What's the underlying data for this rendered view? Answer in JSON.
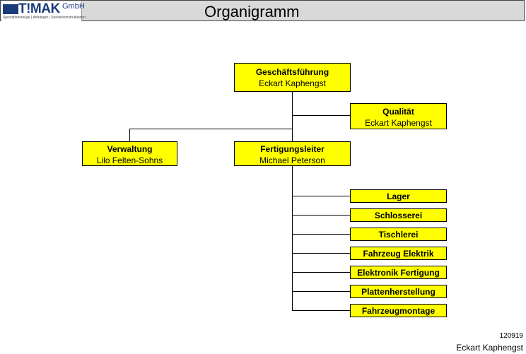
{
  "header": {
    "logo_text": "T!MAK",
    "logo_gmbh": "GmbH",
    "logo_tagline": "Spezialfahrzeuge | Anhänger | Sonderkonstruktionen",
    "title": "Organigramm"
  },
  "org": {
    "ceo": {
      "title": "Geschäftsführung",
      "name": "Eckart Kaphengst"
    },
    "quality": {
      "title": "Qualität",
      "name": "Eckart Kaphengst"
    },
    "admin": {
      "title": "Verwaltung",
      "name": "Lilo Felten-Sohns"
    },
    "production": {
      "title": "Fertigungsleiter",
      "name": "Michael Peterson"
    },
    "departments": [
      "Lager",
      "Schlosserei",
      "Tischlerei",
      "Fahrzeug Elektrik",
      "Elektronik Fertigung",
      "Plattenherstellung",
      "Fahrzeugmontage"
    ]
  },
  "footer": {
    "code": "120919",
    "author": "Eckart Kaphengst"
  },
  "colors": {
    "box": "#ffff00",
    "header": "#d9d9d9",
    "logo": "#1a3a7a"
  }
}
